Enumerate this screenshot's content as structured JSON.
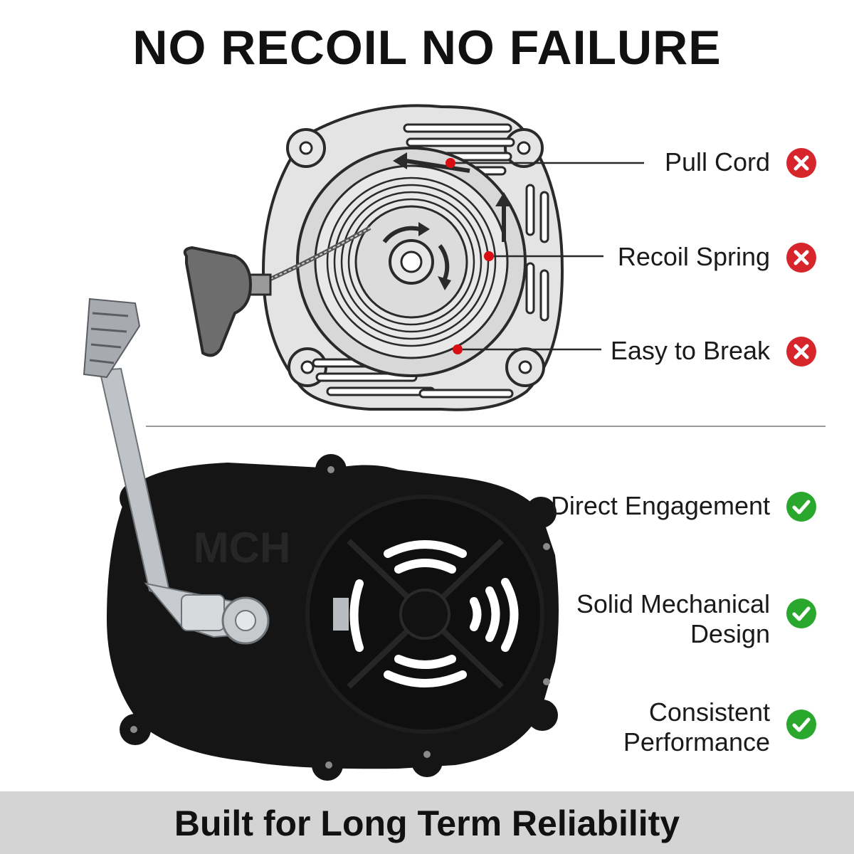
{
  "title": "NO RECOIL NO FAILURE",
  "cons": [
    {
      "label": "Pull Cord",
      "icon": "x-circle-icon"
    },
    {
      "label": "Recoil Spring",
      "icon": "x-circle-icon"
    },
    {
      "label": "Easy to Break",
      "icon": "x-circle-icon"
    }
  ],
  "pros": [
    {
      "label": "Direct Engagement",
      "icon": "check-circle-icon"
    },
    {
      "label_line1": "Solid Mechanical",
      "label_line2": "Design",
      "icon": "check-circle-icon"
    },
    {
      "label_line1": "Consistent",
      "label_line2": "Performance",
      "icon": "check-circle-icon"
    }
  ],
  "footer": "Built for Long Term Reliability",
  "brand_logo": "MCH",
  "colors": {
    "cross": "#d6252b",
    "check": "#2aa82e",
    "marker": "#d80e12",
    "footer_bg": "#d4d4d4"
  }
}
